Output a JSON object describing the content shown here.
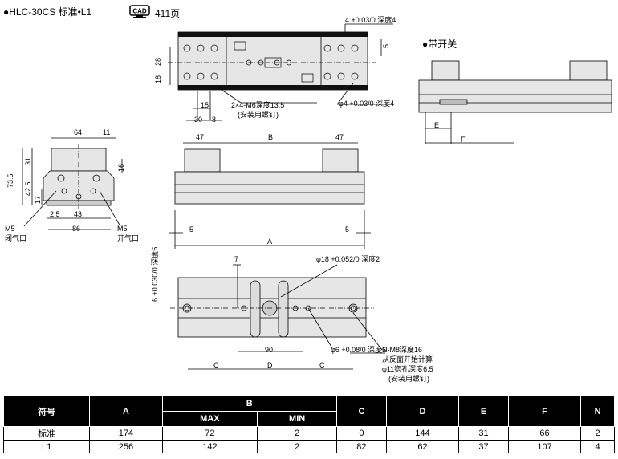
{
  "header": {
    "title": "●HLC-30CS 标准•L1",
    "cad_badge": "CAD",
    "cad_page": "411页"
  },
  "switch_view": {
    "label": "●带开关",
    "dim_e": "E",
    "dim_f": "F"
  },
  "top_view": {
    "note_groove": "4 +0.03/0 深度4",
    "note_tap": "2×4-M6深度13.5",
    "note_tap_sub": "(安装用螺钉)",
    "note_pin": "φ4 +0.03/0 深度4",
    "dims": {
      "d28": "28",
      "d18": "18",
      "d5": "5",
      "d15": "15",
      "d30": "30",
      "d8": "8"
    }
  },
  "side_view": {
    "dims": {
      "d64": "64",
      "d11": "11",
      "d73_5": "73.5",
      "d31": "31",
      "d42_5": "42.5",
      "d17": "17",
      "d16": "16",
      "d2_5": "2.5",
      "d43": "43",
      "d86": "86"
    },
    "port_left": "M5",
    "port_left_label": "闭气口",
    "port_right": "M5",
    "port_right_label": "开气口"
  },
  "front_view": {
    "dims": {
      "d47a": "47",
      "b": "B",
      "d47b": "47",
      "d5a": "5",
      "d5b": "5",
      "a": "A"
    }
  },
  "bottom_view": {
    "dims": {
      "d7": "7",
      "d6": "6 +0.030/0 深度6",
      "d90": "90",
      "c1": "C",
      "d": "D",
      "c2": "C"
    },
    "note_center": "φ18 +0.052/0 深度2",
    "note_pin": "φ6 +0.08/0 深度6",
    "note_thread": "N-M8深度16",
    "note_thread_2": "从反面开始计算",
    "note_thread_3": "φ11锪孔深度6.5",
    "note_thread_4": "(安装用螺钉)"
  },
  "table": {
    "headers": {
      "symbol": "符号",
      "a": "A",
      "b": "B",
      "b_max": "MAX",
      "b_min": "MIN",
      "c": "C",
      "d": "D",
      "e": "E",
      "f": "F",
      "n": "N"
    },
    "rows": [
      {
        "symbol": "标准",
        "a": "174",
        "b_max": "72",
        "b_min": "2",
        "c": "0",
        "d": "144",
        "e": "31",
        "f": "66",
        "n": "2"
      },
      {
        "symbol": "L1",
        "a": "256",
        "b_max": "142",
        "b_min": "2",
        "c": "82",
        "d": "62",
        "e": "37",
        "f": "107",
        "n": "4"
      }
    ]
  }
}
